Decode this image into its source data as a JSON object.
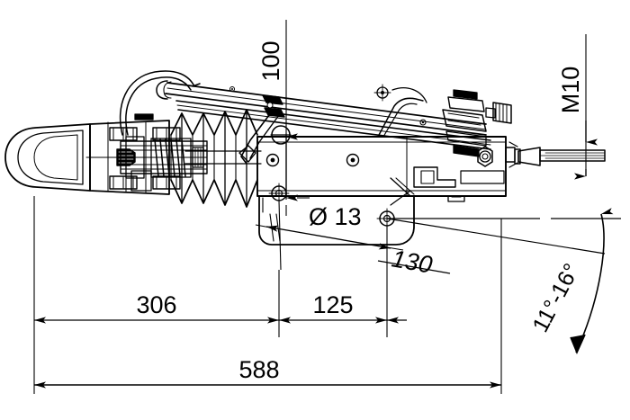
{
  "drawing": {
    "title": "Trailer overrun brake coupling assembly - technical dimension drawing",
    "type": "engineering-line-drawing",
    "units": "mm",
    "line_color": "#000000",
    "background_color": "#ffffff"
  },
  "annotations": {
    "height_100": "100",
    "thread_m10": "M10",
    "hole_dia_13": "Ø 13",
    "hole_spacing_130": "130",
    "angle_range": "11°-16°",
    "dim_306": "306",
    "dim_125": "125",
    "dim_588": "588"
  },
  "chart_data": {
    "type": "table",
    "title": "Dimension callouts",
    "categories": [
      "100",
      "M10",
      "Ø 13",
      "130",
      "11°-16°",
      "306",
      "125",
      "588"
    ],
    "values": [
      100,
      10,
      13,
      130,
      16,
      306,
      125,
      588
    ]
  }
}
